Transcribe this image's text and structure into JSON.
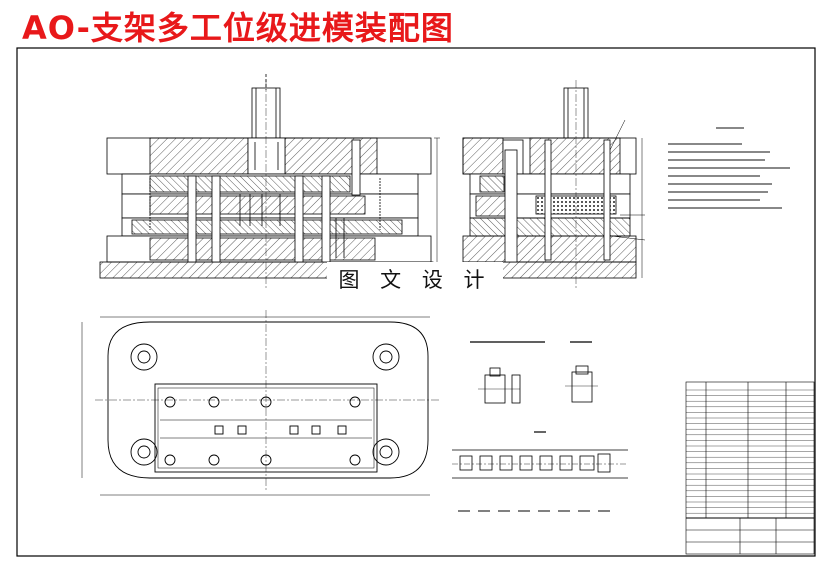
{
  "drawing": {
    "title": "AO-支架多工位级进模装配图",
    "watermark": "图 文 设 计",
    "accent_color": "#e8181a",
    "line_color": "#000000",
    "hatch_color": "#333333"
  },
  "views": {
    "front_section": "main-section-view",
    "side_section": "side-section-view",
    "plan": "lower-die-plan-view",
    "part": "part-drawing",
    "strip": "strip-layout"
  }
}
